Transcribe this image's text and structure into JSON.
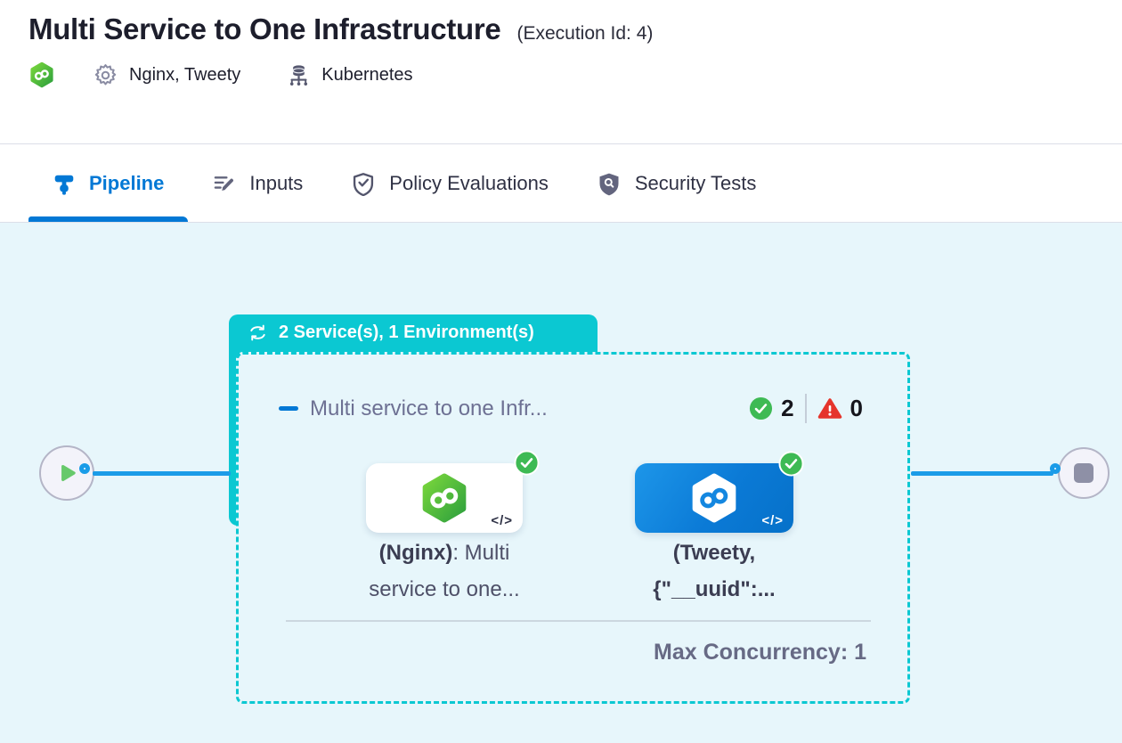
{
  "header": {
    "title": "Multi Service to One Infrastructure",
    "execution_id": "(Execution Id: 4)",
    "services": "Nginx, Tweety",
    "infrastructure": "Kubernetes"
  },
  "tabs": [
    {
      "label": "Pipeline"
    },
    {
      "label": "Inputs"
    },
    {
      "label": "Policy Evaluations"
    },
    {
      "label": "Security Tests"
    }
  ],
  "pipeline": {
    "loop_badge": "2 Service(s), 1 Environment(s)",
    "stage": {
      "name": "Multi service to one Infr...",
      "success_count": "2",
      "failed_count": "0",
      "max_concurrency": "Max Concurrency: 1"
    },
    "steps": [
      {
        "label_bold": "(Nginx)",
        "label_rest": ": Multi",
        "label_line2": "service to one..."
      },
      {
        "label_line1": "(Tweety,",
        "label_line2": "{\"__uuid\":..."
      }
    ],
    "code_glyph": "</>"
  },
  "colors": {
    "accent_blue": "#0278d5",
    "loop_teal": "#0bc8d2",
    "connector_blue": "#1b9ce8",
    "success_green": "#3eba54",
    "error_red": "#e5352c",
    "card_blue": "#0b7ad6",
    "canvas_bg": "#e7f6fb"
  }
}
